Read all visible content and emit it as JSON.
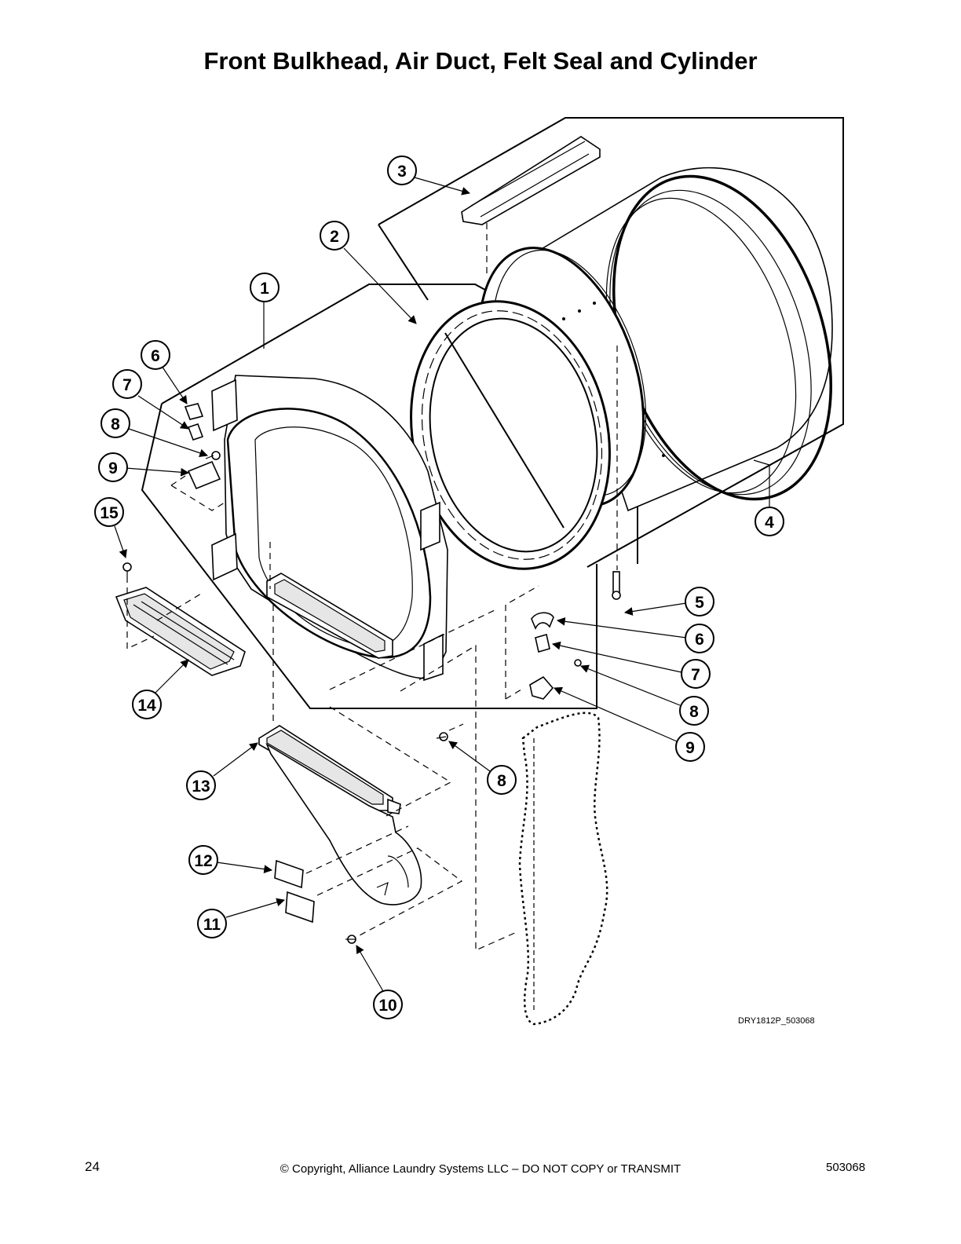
{
  "title": "Front Bulkhead, Air Duct, Felt Seal and Cylinder",
  "drawing_id": "DRY1812P_503068",
  "footer": {
    "page_number": "24",
    "copyright": "© Copyright, Alliance Laundry Systems LLC – DO NOT COPY or TRANSMIT",
    "document_number": "503068"
  },
  "callouts": {
    "c1": "1",
    "c2": "2",
    "c3": "3",
    "c4": "4",
    "c5": "5",
    "c6a": "6",
    "c6b": "6",
    "c7a": "7",
    "c7b": "7",
    "c8a": "8",
    "c8b": "8",
    "c8c": "8",
    "c9a": "9",
    "c9b": "9",
    "c10": "10",
    "c11": "11",
    "c12": "12",
    "c13": "13",
    "c14": "14",
    "c15": "15"
  }
}
